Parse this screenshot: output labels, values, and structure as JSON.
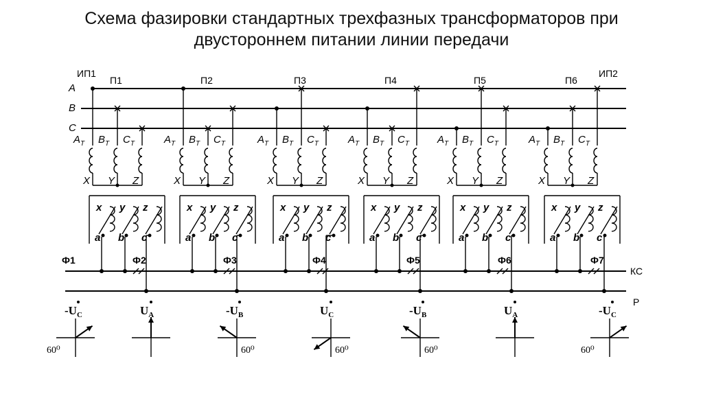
{
  "title": {
    "line1": "Схема фазировки стандартных трехфазных трансформаторов при",
    "line2": "двустороннем питании линии передачи"
  },
  "sources": {
    "left": "ИП1",
    "right": "ИП2"
  },
  "phases": [
    "A",
    "B",
    "C"
  ],
  "substations": [
    "П1",
    "П2",
    "П3",
    "П4",
    "П5",
    "П6"
  ],
  "primary_terminals": {
    "top": [
      "A",
      "B",
      "C"
    ],
    "subscript": "T",
    "bottom": [
      "X",
      "Y",
      "Z"
    ]
  },
  "secondary_terminals": {
    "top": [
      "x",
      "y",
      "z"
    ],
    "bottom": [
      "a",
      "b",
      "c"
    ]
  },
  "feeder_labels": [
    "Ф1",
    "Ф2",
    "Ф3",
    "Ф4",
    "Ф5",
    "Ф6",
    "Ф7"
  ],
  "buses": {
    "contact": "КС",
    "rail": "Р"
  },
  "voltages": [
    {
      "label": "-UC",
      "angle": "60⁰"
    },
    {
      "label": "UA",
      "angle": ""
    },
    {
      "label": "-UB",
      "angle": "60⁰"
    },
    {
      "label": "UC",
      "angle": "60⁰"
    },
    {
      "label": "-UB",
      "angle": "60⁰"
    },
    {
      "label": "UA",
      "angle": ""
    },
    {
      "label": "-UC",
      "angle": "60⁰"
    }
  ]
}
